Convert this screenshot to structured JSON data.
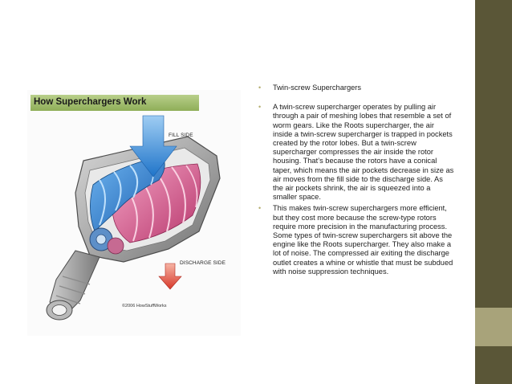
{
  "figure": {
    "banner_title": "How Superchargers Work",
    "fill_label": "FILL SIDE",
    "discharge_label": "DISCHARGE SIDE",
    "credit": "©2006 HowStuffWorks",
    "colors": {
      "banner": "#8fae58",
      "fill_arrow": "#2f86d8",
      "discharge_arrow": "#e14b3a",
      "blue_rotor": "#2f7fd0",
      "pink_rotor": "#d2578a",
      "housing": "#9a9a9a"
    }
  },
  "content": {
    "bullets": [
      "Twin-screw Superchargers",
      "A twin-screw supercharger operates by pulling air through a pair of meshing lobes that resemble a set of worm gears. Like the Roots supercharger, the air inside a twin-screw supercharger is trapped in pockets created by the rotor lobes. But a twin-screw supercharger compresses the air inside the rotor housing. That’s because the rotors have a conical taper, which means the air pockets decrease in size as air moves from the fill side to the discharge side. As the air pockets shrink, the air is squeezed into a smaller space.",
      "This makes twin-screw superchargers more efficient, but they cost more because the screw-type rotors require more precision in the manufacturing process. Some types of twin-screw superchargers sit above the engine like the Roots supercharger. They also make a lot of noise. The compressed air exiting the discharge outlet creates a whine or whistle that must be subdued with noise suppression techniques."
    ],
    "bullet_color": "#b3ad6e"
  },
  "theme": {
    "side_bar": "#5a5637",
    "side_accent": "#a8a37a"
  }
}
